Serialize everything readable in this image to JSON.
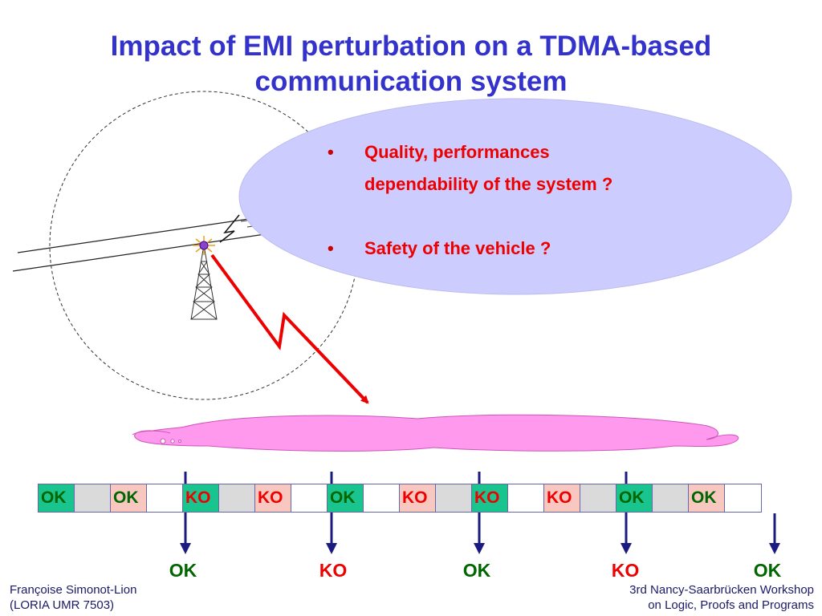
{
  "title": {
    "line1": "Impact of EMI perturbation on a TDMA-based",
    "line2": "communication system"
  },
  "bullets": [
    {
      "marker": "•",
      "line1": "Quality, performances",
      "line2": "dependability of the system ?"
    },
    {
      "marker": "•",
      "line1": "Safety of the vehicle ?",
      "line2": ""
    }
  ],
  "slots": [
    "OK",
    "",
    "OK",
    "",
    "KO",
    "",
    "KO",
    "",
    "OK",
    "",
    "KO",
    "",
    "KO",
    "",
    "KO",
    "",
    "OK",
    "",
    "OK",
    ""
  ],
  "results": [
    "OK",
    "KO",
    "OK",
    "KO",
    "OK"
  ],
  "footer": {
    "left_line1": "Françoise Simonot-Lion",
    "left_line2": "(LORIA UMR 7503)",
    "right_line1": "3rd Nancy-Saarbrücken Workshop",
    "right_line2": "on Logic, Proofs and Programs"
  },
  "colors": {
    "title": "#3333cc",
    "bullet_text": "#ee0000",
    "ellipse_fill": "#ccccff",
    "cloud_fill": "#ff99ee",
    "ok_text": "#006600",
    "ko_text": "#ee0000",
    "ok_slot_bg": "#19c48e",
    "ko_slot_bg": "#f8c8c0",
    "arrow": "#1a1a80",
    "lightning": "#ee0000"
  }
}
